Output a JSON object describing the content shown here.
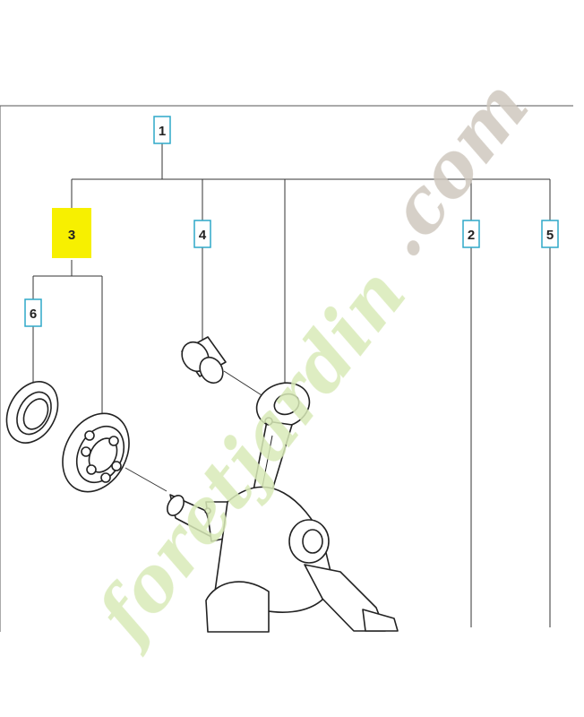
{
  "callouts": [
    "1",
    "2",
    "3",
    "4",
    "5",
    "6"
  ],
  "watermark": {
    "brand": "foretjardin",
    "tld": ".com",
    "color_green": "#d9eab8",
    "color_gray": "#cfc8be"
  },
  "highlight_color": "#f7f000",
  "callout_border_color": "#2fa9c9",
  "highlighted_callout": "3"
}
